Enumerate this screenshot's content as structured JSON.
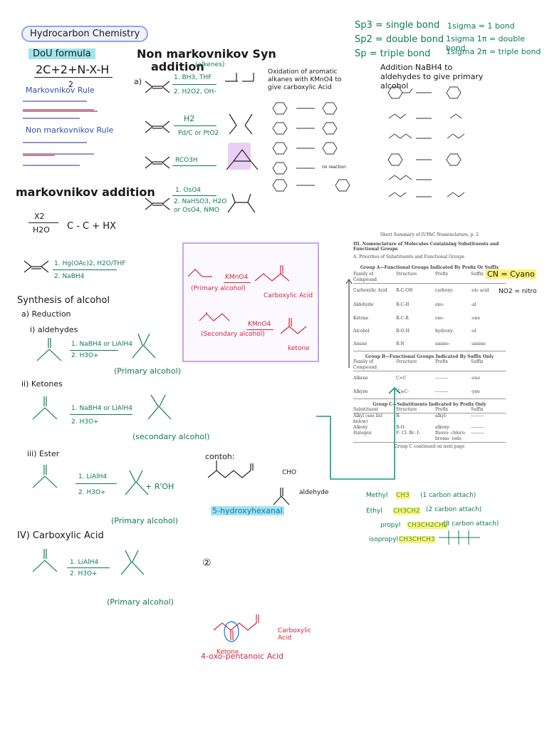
{
  "left": {
    "title": "Hydrocarbon Chemistry",
    "dou_label": "DoU formula",
    "dou_numerator": "2C+2+N-X-H",
    "dou_denominator": "2",
    "markovnikov_rule": "Markovnikov Rule",
    "non_markovnikov_rule": "Non markovnikov Rule",
    "markovnikov_addition": "markovnikov addition",
    "markov_reagent_top": "X2",
    "markov_reagent_bottom": "H2O",
    "markov_product": "C - C + HX",
    "hg_reagent_top": "1. Hg(OAc)2, H2O/THF",
    "hg_reagent_bottom": "2. NaBH4",
    "synthesis": "Synthesis of alcohol",
    "reduction": "a) Reduction",
    "aldehydes": "i) aldehydes",
    "ald_reagent_top": "1. NaBH4 or LiAlH4",
    "ald_reagent_bottom": "2. H3O+",
    "primary_alcohol_1": "(Primary alcohol)",
    "ketones": "ii) Ketones",
    "ket_reagent_top": "1. NaBH4 or LiAlH4",
    "ket_reagent_bottom": "2. H3O+",
    "secondary_alcohol": "(secondary alcohol)",
    "ester": "iii) Ester",
    "ester_reagent_top": "1. LiAlH4",
    "ester_reagent_bottom": "2. H3O+",
    "ester_product_extra": "+ R'OH",
    "primary_alcohol_2": "(Primary alcohol)",
    "carboxylic": "IV) Carboxylic Acid",
    "acid_reagent_top": "1. LiAlH4",
    "acid_reagent_bottom": "2. H3O+",
    "primary_alcohol_3": "(Primary alcohol)"
  },
  "middle": {
    "non_markov_title_1": "Non markovnikov Syn",
    "non_markov_title_2": "addition",
    "alkenes_1": "(alkenes)",
    "label_a": "a)",
    "hydroboration_top": "1. BH3, THF",
    "hydroboration_bottom": "2. H2O2, OH-",
    "h2_top": "H2",
    "h2_bottom": "Pd/C or PtO2",
    "rcoooh": "RCO3H",
    "oso4_top": "1. OsO4",
    "oso4_mid": "2. NaHSO3, H2O",
    "oso4_bottom": "or OsO4, NMO",
    "kmno4_1": "KMnO4",
    "primary_alcohol_box": "(Primary alcohol)",
    "carboxylic_box": "Carboxylic Acid",
    "kmno4_2": "KMnO4",
    "secondary_box": "(Secondary alcohol)",
    "ketone_box": "ketone",
    "oxidation_title": "Oxidation of aromatic alkanes with KMnO4 to give carboxylic Acid",
    "no_reaction": "no reaction"
  },
  "naming": {
    "contoh_1": "contoh:",
    "hydroxyhexanal": "5-hydroxyhexanal",
    "aldehyde_1": "aldehyde",
    "cho_label": "CHO",
    "oxo_acid": "4-oxo-pentanoic Acid",
    "ketone_label": "Ketone",
    "carboxylic_label": "Carboxylic Acid"
  },
  "right": {
    "sp3": "Sp3 = single bond",
    "sp2": "Sp2 = double bond",
    "sp": "Sp = triple bond",
    "sigma1": "1sigma = 1 bond",
    "sigma2": "1sigma 1π = double bond",
    "sigma3": "1sigma 2π = triple bond",
    "addition_title": "Addition NaBH4 to aldehydes to give primary alcohol",
    "iupac_header": "Short Summary of IUPAC Nomenclature, p. 2",
    "iupac_section": "III. Nomenclature of Molecules Containing Substituents and Functional Groups",
    "iupac_subA": "A. Priorities of Substituents and Functional Groups",
    "group_a": "Group A—Functional Groups Indicated By Prefix Or Suffix",
    "group_b": "Group B—Functional Groups Indicated By Suffix Only",
    "group_c": "Group C—Substituents Indicated by Prefix Only",
    "group_c_cont": "Group C continued on next page",
    "cn_cyano": "CN = Cyano",
    "no2_nitro": "NO2 = nitro",
    "table_cols": [
      "Family of Compound",
      "Structure",
      "Prefix",
      "Suffix"
    ],
    "group_a_rows": [
      [
        "Carboxylic Acid",
        "R-C-OH",
        "carboxy-",
        "-oic acid"
      ],
      [
        "Aldehyde",
        "R-C-H",
        "oxo-",
        "-al"
      ],
      [
        "Ketone",
        "R-C-R",
        "oxo-",
        "-one"
      ],
      [
        "Alcohol",
        "R-O-H",
        "hydroxy-",
        "-ol"
      ],
      [
        "Amine",
        "R-N",
        "amino-",
        "-amine"
      ]
    ],
    "group_b_rows": [
      [
        "Alkene",
        "C=C",
        "---------",
        "-ene"
      ],
      [
        "Alkyne",
        "-C≡C-",
        "---------",
        "-yne"
      ]
    ],
    "group_c_cols": [
      "Substituent",
      "Structure",
      "Prefix",
      "Suffix"
    ],
    "group_c_rows": [
      [
        "Alkyl (see list below)",
        "R-",
        "alkyl-",
        "---------"
      ],
      [
        "Alkoxy",
        "R-O-",
        "alkoxy-",
        "---------"
      ],
      [
        "Halogen",
        "F- Cl- Br- I-",
        "fluoro- chloro- bromo- iodo-",
        "---------"
      ]
    ],
    "methyl": "Methyl",
    "ch3": "CH3",
    "methyl_note": "(1 carbon attach)",
    "ethyl": "Ethyl",
    "ch3ch2": "CH3CH2",
    "ethyl_note": "(2 carbon attach)",
    "propyl": "propyl",
    "ch3ch2ch2": "CH3CH2CH2",
    "propyl_note": "(3 carbon attach)",
    "isopropyl": "isopropyl",
    "ch3chch3": "CH3CHCH3"
  },
  "colors": {
    "green": "#0f7a5c",
    "red": "#d1263d",
    "blue": "#1e6fd9",
    "cyan_highlight": "#9fe5ee",
    "yellow_highlight": "#fff27a",
    "purple_border": "#c7a6e8",
    "title_border": "#8ea6e8"
  }
}
